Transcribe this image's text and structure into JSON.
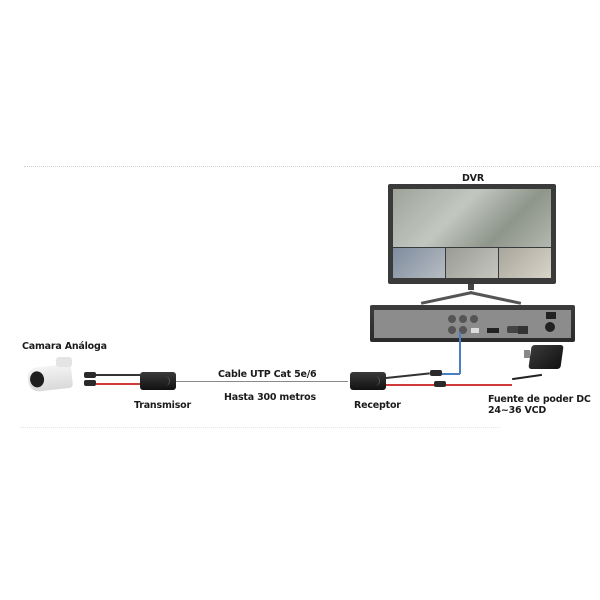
{
  "diagram": {
    "title_device": "DVR",
    "nodes": [
      {
        "id": "camera",
        "label": "Camara Análoga"
      },
      {
        "id": "transmitter",
        "label": "Transmisor"
      },
      {
        "id": "cable",
        "label": "Cable UTP Cat 5e/6",
        "sublabel": "Hasta 300 metros"
      },
      {
        "id": "receiver",
        "label": "Receptor"
      },
      {
        "id": "power",
        "label": "Fuente de poder DC",
        "sublabel": "24~36 VCD"
      },
      {
        "id": "dvr",
        "label": "DVR"
      }
    ],
    "edges": [
      {
        "from": "camera",
        "to": "transmitter",
        "type": "video+power"
      },
      {
        "from": "transmitter",
        "to": "receiver",
        "type": "utp-cable"
      },
      {
        "from": "receiver",
        "to": "dvr",
        "type": "video",
        "color": "#4a7fc2"
      },
      {
        "from": "power",
        "to": "receiver",
        "type": "power",
        "color": "#d23a3a"
      }
    ],
    "colors": {
      "video_cable": "#4a7fc2",
      "power_cable": "#d23a3a",
      "balun": "#1a1a1a"
    }
  }
}
